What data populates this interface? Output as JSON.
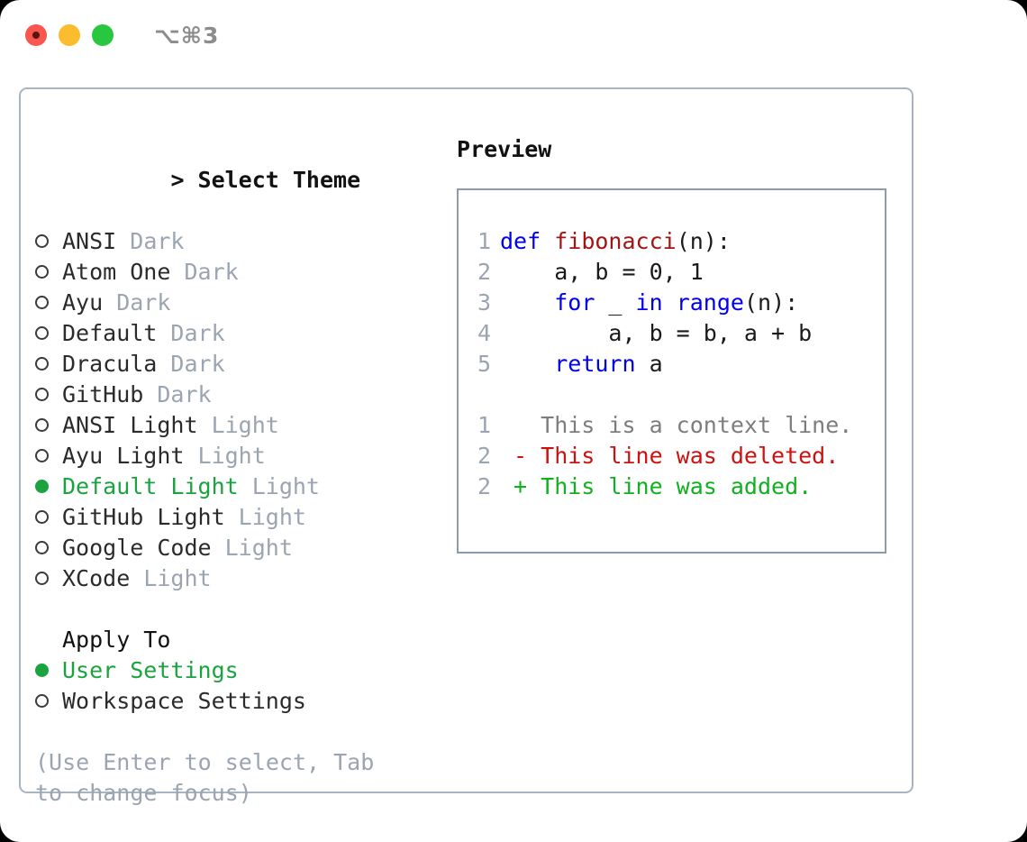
{
  "window": {
    "shortcut": "⌥⌘3",
    "traffic_lights": [
      {
        "name": "close",
        "color": "#f9564f"
      },
      {
        "name": "minimize",
        "color": "#fbbd2e"
      },
      {
        "name": "maximize",
        "color": "#29c73f"
      }
    ]
  },
  "theme_picker": {
    "heading": "Select Theme",
    "heading_marker": ">",
    "items": [
      {
        "label": "ANSI",
        "tag": "Dark",
        "selected": false,
        "marker": "○"
      },
      {
        "label": "Atom One",
        "tag": "Dark",
        "selected": false,
        "marker": "○"
      },
      {
        "label": "Ayu",
        "tag": "Dark",
        "selected": false,
        "marker": "○"
      },
      {
        "label": "Default",
        "tag": "Dark",
        "selected": false,
        "marker": "○"
      },
      {
        "label": "Dracula",
        "tag": "Dark",
        "selected": false,
        "marker": "○"
      },
      {
        "label": "GitHub",
        "tag": "Dark",
        "selected": false,
        "marker": "○"
      },
      {
        "label": "ANSI Light",
        "tag": "Light",
        "selected": false,
        "marker": "○"
      },
      {
        "label": "Ayu Light",
        "tag": "Light",
        "selected": false,
        "marker": "○"
      },
      {
        "label": "Default Light",
        "tag": "Light",
        "selected": true,
        "marker": "●"
      },
      {
        "label": "GitHub Light",
        "tag": "Light",
        "selected": false,
        "marker": "○"
      },
      {
        "label": "Google Code",
        "tag": "Light",
        "selected": false,
        "marker": "○"
      },
      {
        "label": "XCode",
        "tag": "Light",
        "selected": false,
        "marker": "○"
      }
    ]
  },
  "apply_to": {
    "heading": "Apply To",
    "items": [
      {
        "label": "User Settings",
        "selected": true,
        "marker": "●"
      },
      {
        "label": "Workspace Settings",
        "selected": false,
        "marker": "○"
      }
    ]
  },
  "hint": "(Use Enter to select, Tab to change focus)",
  "preview": {
    "heading": "Preview",
    "code_lines": [
      {
        "number": "1",
        "tokens": [
          {
            "text": "def ",
            "kind": "kw"
          },
          {
            "text": "fibonacci",
            "kind": "fn"
          },
          {
            "text": "(n):",
            "kind": "plain"
          }
        ]
      },
      {
        "number": "2",
        "tokens": [
          {
            "text": "    a, b = 0, 1",
            "kind": "plain"
          }
        ]
      },
      {
        "number": "3",
        "tokens": [
          {
            "text": "    ",
            "kind": "plain"
          },
          {
            "text": "for",
            "kind": "kw"
          },
          {
            "text": " _ ",
            "kind": "plain"
          },
          {
            "text": "in",
            "kind": "kw"
          },
          {
            "text": " ",
            "kind": "plain"
          },
          {
            "text": "range",
            "kind": "kw"
          },
          {
            "text": "(n):",
            "kind": "plain"
          }
        ]
      },
      {
        "number": "4",
        "tokens": [
          {
            "text": "        a, b = b, a + b",
            "kind": "plain"
          }
        ]
      },
      {
        "number": "5",
        "tokens": [
          {
            "text": "    ",
            "kind": "plain"
          },
          {
            "text": "return",
            "kind": "kw"
          },
          {
            "text": " a",
            "kind": "plain"
          }
        ]
      }
    ],
    "diff_lines": [
      {
        "number": "1",
        "sign": " ",
        "text": "This is a context line.",
        "kind": "context"
      },
      {
        "number": "2",
        "sign": "-",
        "text": "This line was deleted.",
        "kind": "deleted"
      },
      {
        "number": "2",
        "sign": "+",
        "text": "This line was added.",
        "kind": "added"
      }
    ]
  },
  "colors": {
    "accent_green": "#1aa33f",
    "muted_gray": "#9aa5b1",
    "keyword_blue": "#0000ee",
    "function_red": "#a41414",
    "diff_added": "#11b021",
    "diff_deleted": "#cc1111",
    "panel_border": "#a9b4c2",
    "preview_border": "#8e9aad"
  }
}
